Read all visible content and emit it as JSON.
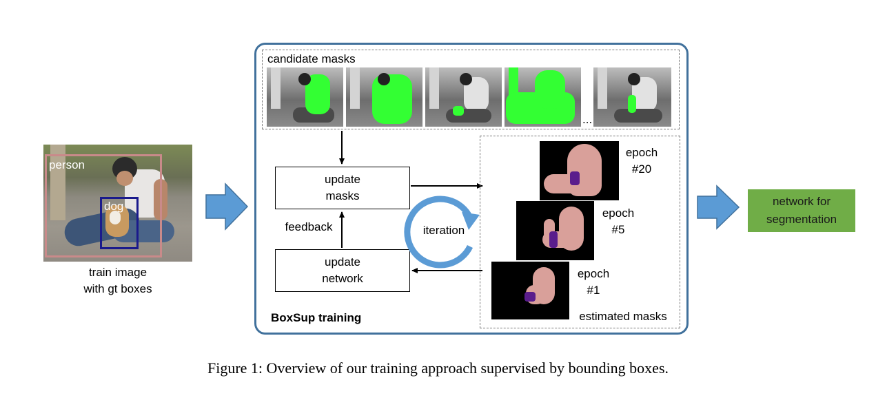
{
  "input": {
    "caption_line1": "train image",
    "caption_line2": "with gt boxes",
    "box_labels": [
      "person",
      "dog"
    ]
  },
  "training_panel": {
    "title": "BoxSup training",
    "candidate_masks_label": "candidate masks",
    "ellipsis": "...",
    "update_masks_line1": "update",
    "update_masks_line2": "masks",
    "update_network_line1": "update",
    "update_network_line2": "network",
    "feedback_label": "feedback",
    "iteration_label": "iteration",
    "estimated_masks_label": "estimated masks",
    "epochs": [
      {
        "line1": "epoch",
        "line2": "#20"
      },
      {
        "line1": "epoch",
        "line2": "#5"
      },
      {
        "line1": "epoch",
        "line2": "#1"
      }
    ]
  },
  "output": {
    "line1": "network for",
    "line2": "segmentation"
  },
  "colors": {
    "panel_border": "#41719c",
    "arrow_blue": "#5b9bd5",
    "output_green": "#70ad47",
    "mask_green": "#33ff33",
    "person_mask": "#d9a09a",
    "dog_mask": "#5a1d8c",
    "person_box": "#c98a8a",
    "dog_box": "#1a1a8c"
  },
  "figure_caption": "Figure 1: Overview of our training approach supervised by bounding boxes."
}
